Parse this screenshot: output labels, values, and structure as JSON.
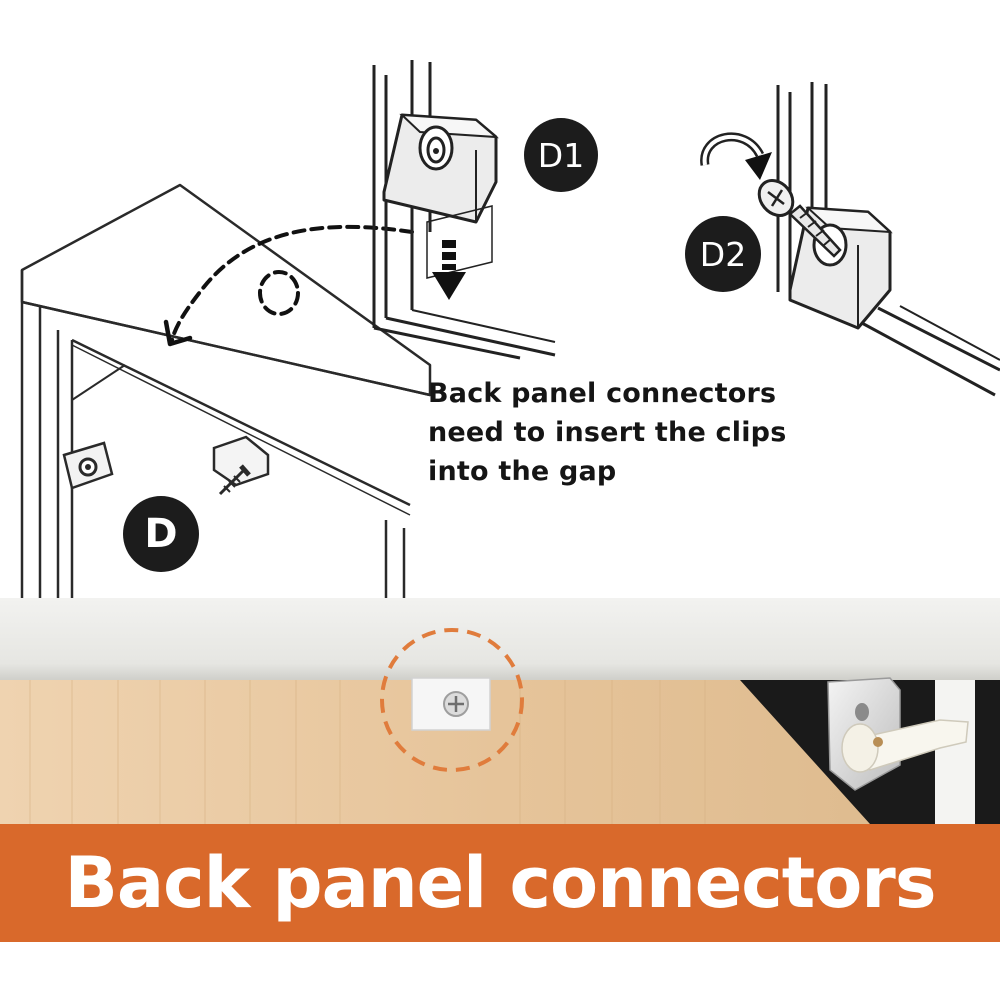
{
  "instruction": {
    "line1": "Back panel connectors",
    "line2": "need to insert the clips",
    "line3": "into the gap"
  },
  "labels": {
    "d1": "D1",
    "d2": "D2",
    "d": "D"
  },
  "banner": {
    "text": "Back panel connectors",
    "color": "#d9692b"
  },
  "colors": {
    "highlight_circle": "#e07c3c",
    "wood": "#e8c9a0",
    "badge": "#1c1c1c"
  },
  "icons": [
    "rotate-arrow-icon",
    "screw-icon",
    "down-arrow-icon",
    "curved-dashed-arrow-icon"
  ]
}
